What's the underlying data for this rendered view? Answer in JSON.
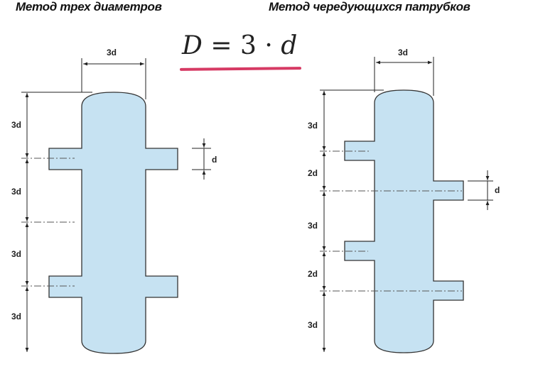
{
  "titles": {
    "left": "Метод трех диаметров",
    "right": "Метод чередующихся патрубков"
  },
  "formula": {
    "lhs": "D",
    "eq": "=",
    "factor": "3",
    "dot": "·",
    "var": "d"
  },
  "left_diagram": {
    "width_label": "3d",
    "pipe_label": "d",
    "segment_labels": [
      "3d",
      "3d",
      "3d",
      "3d"
    ]
  },
  "right_diagram": {
    "width_label": "3d",
    "pipe_label": "d",
    "segment_labels": [
      "3d",
      "2d",
      "3d",
      "2d",
      "3d"
    ]
  },
  "colors": {
    "fill": "#c6e2f2",
    "stroke": "#333333",
    "accent": "#d63a64"
  }
}
